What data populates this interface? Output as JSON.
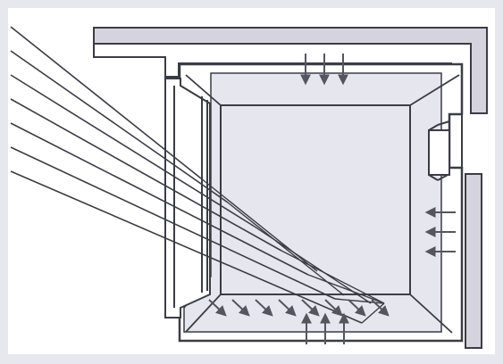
{
  "diagram": {
    "kind": "architectural-section-sketch",
    "colors": {
      "frame": "#e6e8ee",
      "inner_paper": "#ffffff",
      "line": "#3c3c46",
      "wall_fill": "#ffffff",
      "pier_fill": "#ffffff",
      "outer_wall_fill": "#d5d4de",
      "floor_panel": "#e6e7ee",
      "arrow": "#555560"
    },
    "sun_rays": {
      "count": 7,
      "direction": "down-right"
    },
    "arrow_groups": [
      {
        "id": "top",
        "direction": "down",
        "count": 3
      },
      {
        "id": "bottom",
        "direction": "up",
        "count": 3
      },
      {
        "id": "right",
        "direction": "left",
        "count": 3
      },
      {
        "id": "floor",
        "direction": "down-right",
        "count": 8
      }
    ]
  }
}
